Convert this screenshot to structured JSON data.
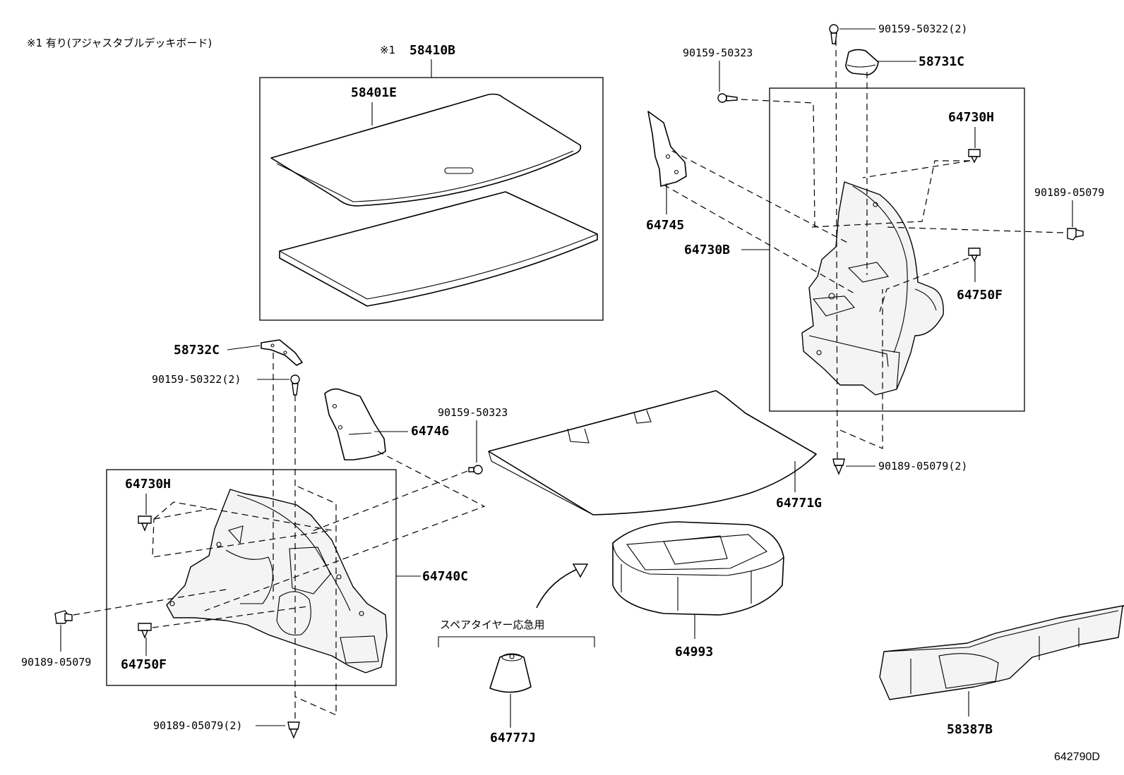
{
  "note": "※1 有り(アジャスタブルデッキボード)",
  "spare_tire_note": "スペアタイヤー応急用",
  "drawing_code": "642790D",
  "kit_mark": "※1",
  "labels": {
    "p58410B": "58410B",
    "p58401E": "58401E",
    "p90159_50322_top": "90159-50322(2)",
    "p90159_50323_top": "90159-50323",
    "p58731C": "58731C",
    "p64730H_right": "64730H",
    "p90189_05079_right": "90189-05079",
    "p64745": "64745",
    "p64730B": "64730B",
    "p64750F_right": "64750F",
    "p90189_05079_2_mid": "90189-05079(2)",
    "p58732C": "58732C",
    "p90159_50322_left": "90159-50322(2)",
    "p90159_50323_mid": "90159-50323",
    "p64746": "64746",
    "p64771G": "64771G",
    "p64730H_left": "64730H",
    "p64740C": "64740C",
    "p90189_05079_left": "90189-05079",
    "p64750F_left": "64750F",
    "p64993": "64993",
    "p90189_05079_2_bottom": "90189-05079(2)",
    "p64777J": "64777J",
    "p58387B": "58387B"
  }
}
